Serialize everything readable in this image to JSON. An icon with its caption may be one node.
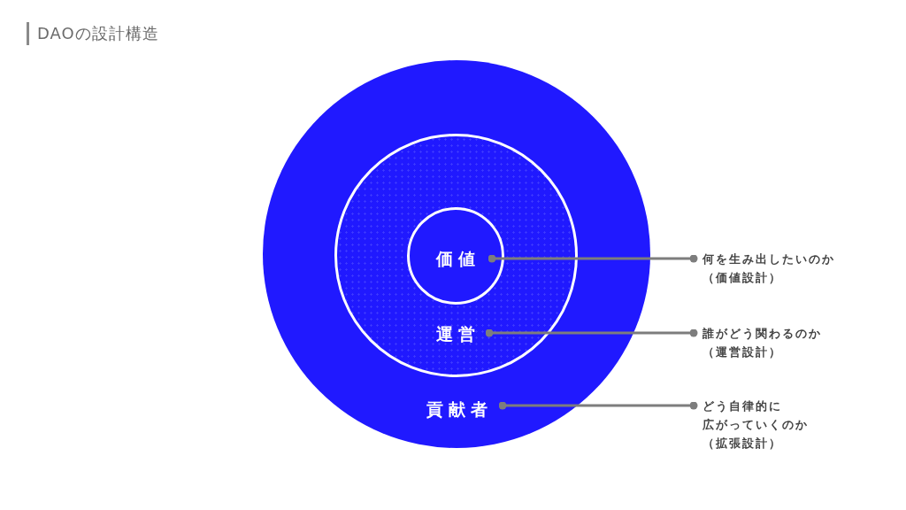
{
  "diagram": {
    "title": "DAOの設計構造",
    "nodes": [
      {
        "text": [
          "貢献者"
        ]
      },
      {
        "text": [
          "運営"
        ],
        "in": 0
      },
      {
        "text": [
          "価値"
        ],
        "in": 1
      },
      {
        "text": [
          "何を生み出したいのか",
          "（価値設計）"
        ]
      },
      {
        "text": [
          "誰がどう関わるのか",
          "（運営設計）"
        ]
      },
      {
        "text": [
          "どう自律的に広がっていくのか",
          "（拡張設計）"
        ]
      }
    ],
    "edges": [
      {
        "from": 3,
        "to": 2,
        "arrow": "other"
      },
      {
        "from": 4,
        "to": 1,
        "arrow": "other"
      },
      {
        "from": 5,
        "to": 0,
        "arrow": "other"
      }
    ]
  }
}
